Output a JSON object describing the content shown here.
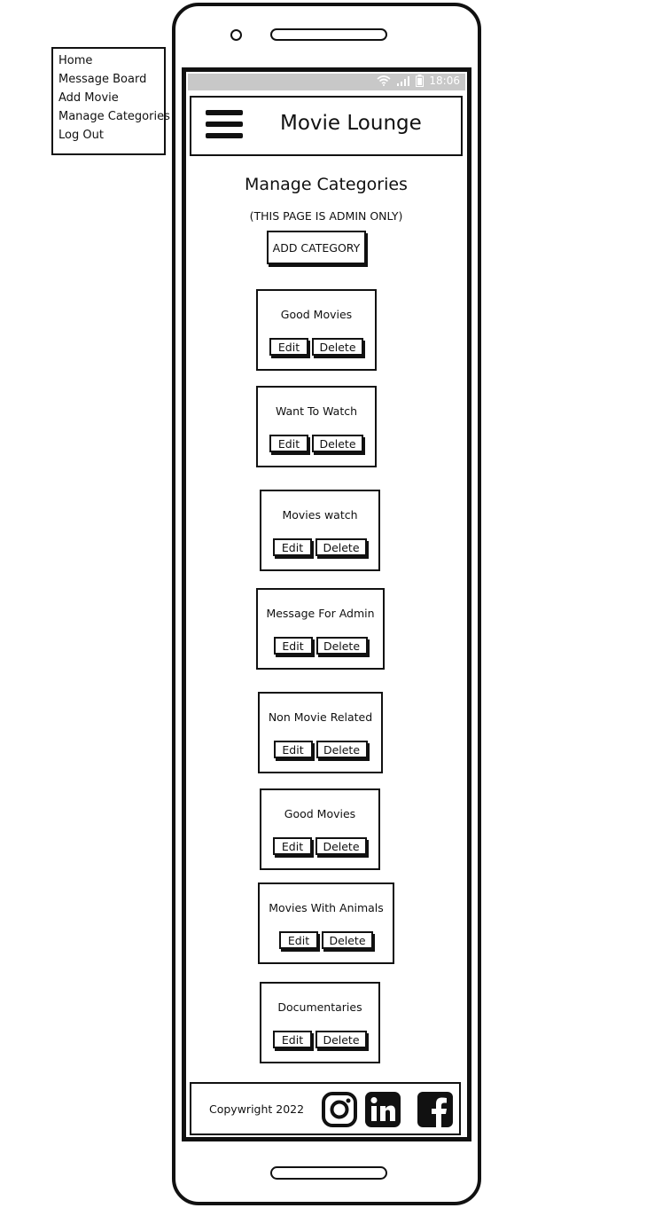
{
  "side_menu": {
    "items": [
      "Home",
      "Message Board",
      "Add Movie",
      "Manage Categories",
      "Log Out"
    ]
  },
  "status_bar": {
    "time": "18:06"
  },
  "header": {
    "title": "Movie Lounge"
  },
  "main": {
    "title": "Manage Categories",
    "admin_note": "(THIS PAGE IS ADMIN ONLY)",
    "add_label": "ADD CATEGORY",
    "edit_label": "Edit",
    "delete_label": "Delete",
    "categories": [
      "Good Movies",
      "Want To Watch",
      "Movies watch",
      "Message For Admin",
      "Non Movie Related",
      "Good Movies",
      "Movies With Animals",
      "Documentaries"
    ]
  },
  "footer": {
    "copyright": "Copywright 2022",
    "socials": [
      "instagram-icon",
      "linkedin-icon",
      "facebook-icon"
    ]
  }
}
